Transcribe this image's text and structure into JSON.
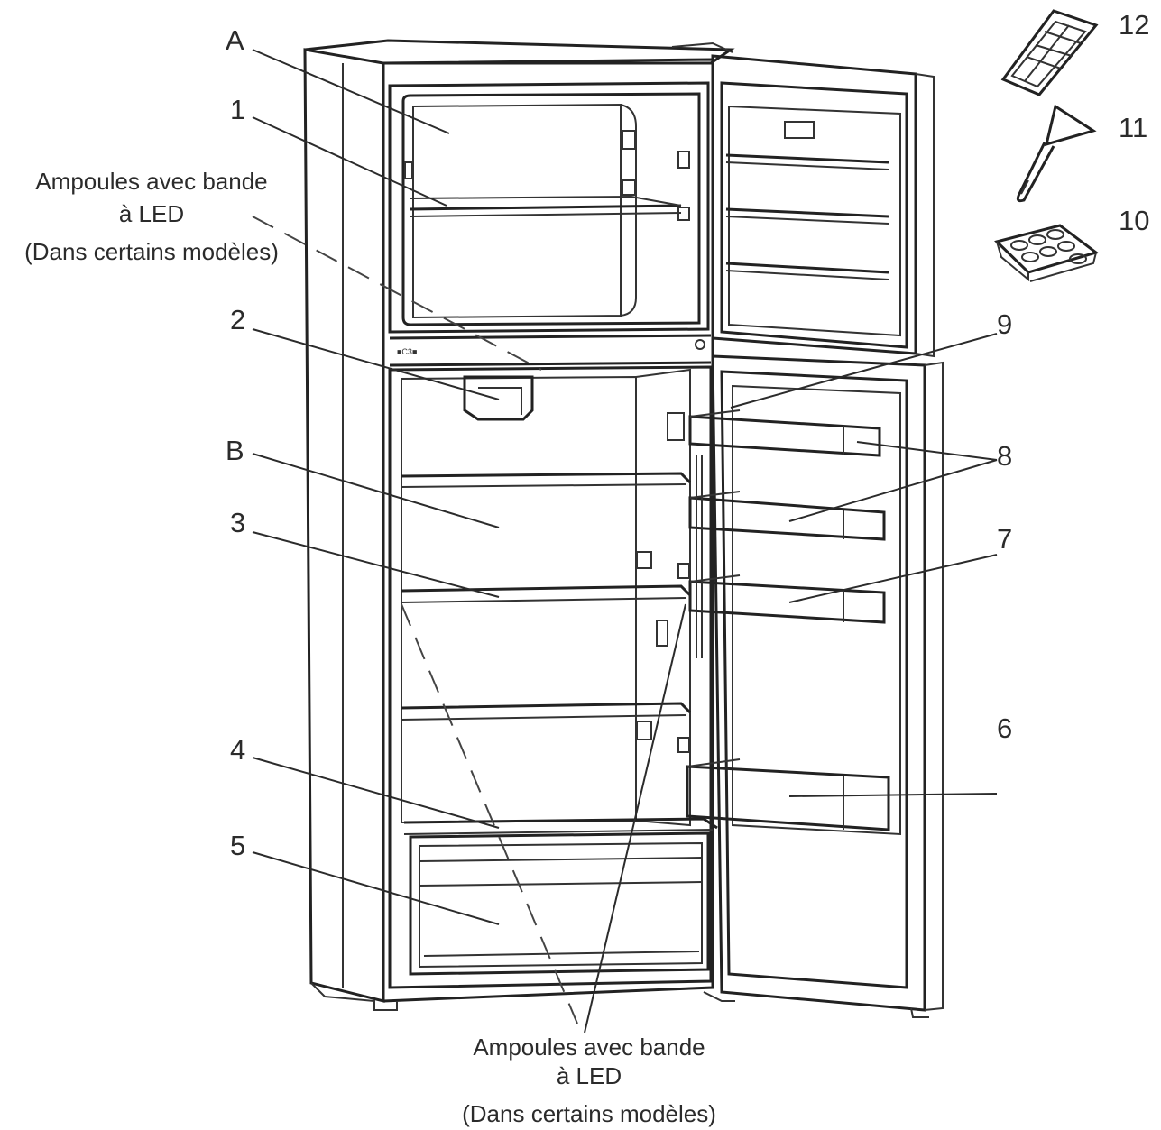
{
  "labels": {
    "A": "A",
    "B": "B",
    "n1": "1",
    "n2": "2",
    "n3": "3",
    "n4": "4",
    "n5": "5",
    "n6": "6",
    "n7": "7",
    "n8": "8",
    "n9": "9",
    "n10": "10",
    "n11": "11",
    "n12": "12"
  },
  "captions": {
    "top": {
      "line1": "Ampoules avec bande",
      "line2": "à LED",
      "line3": "(Dans certains modèles)"
    },
    "bottom": {
      "line1": "Ampoules avec bande",
      "line2": "à LED",
      "line3": "(Dans certains modèles)"
    }
  },
  "colors": {
    "ink": "#2b2b2b",
    "background": "#ffffff"
  }
}
